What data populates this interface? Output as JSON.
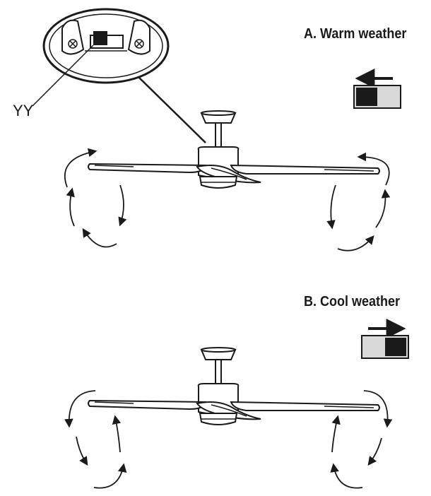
{
  "callout": {
    "label": "YY"
  },
  "sections": [
    {
      "id": "warm",
      "heading": "A. Warm weather",
      "switch_position": "left",
      "arrow_direction": "left",
      "airflow": "upward"
    },
    {
      "id": "cool",
      "heading": "B. Cool weather",
      "switch_position": "right",
      "arrow_direction": "right",
      "airflow": "downward"
    }
  ],
  "colors": {
    "line": "#1a1a1a",
    "switch_fill": "#d9d9d9",
    "switch_knob": "#1a1a1a",
    "fan_fill": "#ffffff"
  }
}
